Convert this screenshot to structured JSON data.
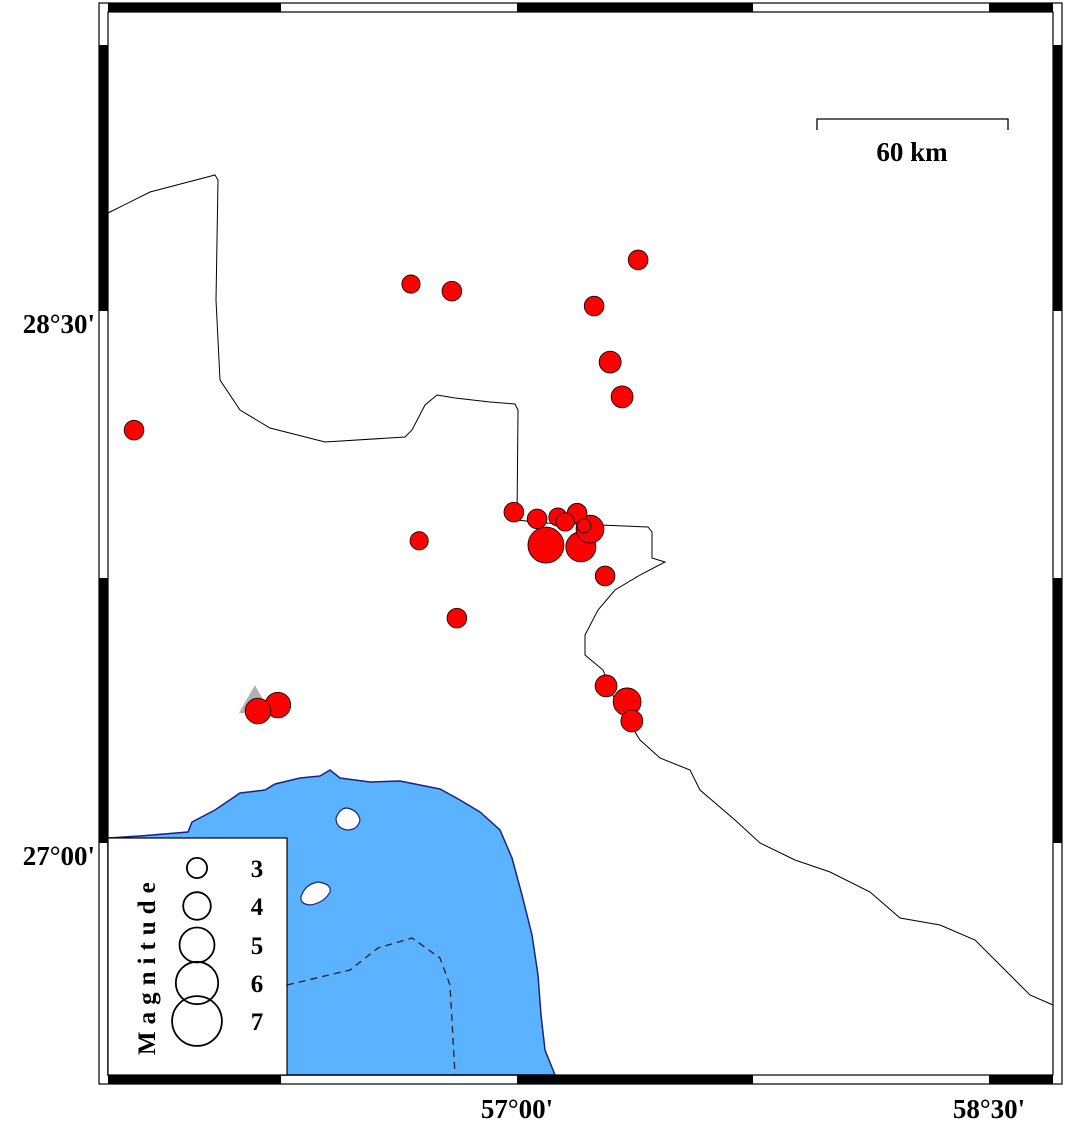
{
  "map": {
    "lon_labels": [
      "57°00'",
      "58°30'"
    ],
    "lat_labels": [
      "28°30'",
      "27°00'"
    ],
    "scale_bar_label": "60 km",
    "colors": {
      "sea": "#5BB3FF",
      "coast": "#1a237e",
      "event": "#FF0000",
      "station": "#B0B0B0"
    }
  },
  "legend": {
    "title": "Magnitude",
    "items": [
      {
        "label": "3",
        "mag": 3
      },
      {
        "label": "4",
        "mag": 4
      },
      {
        "label": "5",
        "mag": 5
      },
      {
        "label": "6",
        "mag": 6
      },
      {
        "label": "7",
        "mag": 7
      }
    ]
  },
  "station": {
    "lon": 56.167,
    "lat": 27.4
  },
  "events": [
    {
      "lon": 57.385,
      "lat": 28.644,
      "mag": 2.8
    },
    {
      "lon": 56.663,
      "lat": 28.576,
      "mag": 2.6
    },
    {
      "lon": 56.793,
      "lat": 28.556,
      "mag": 2.8
    },
    {
      "lon": 57.245,
      "lat": 28.514,
      "mag": 2.8
    },
    {
      "lon": 57.296,
      "lat": 28.356,
      "mag": 3.1
    },
    {
      "lon": 57.334,
      "lat": 28.258,
      "mag": 3.1
    },
    {
      "lon": 55.783,
      "lat": 28.164,
      "mag": 2.8
    },
    {
      "lon": 56.99,
      "lat": 27.933,
      "mag": 2.8
    },
    {
      "lon": 57.064,
      "lat": 27.914,
      "mag": 2.8
    },
    {
      "lon": 57.13,
      "lat": 27.919,
      "mag": 2.6
    },
    {
      "lon": 57.191,
      "lat": 27.93,
      "mag": 2.8
    },
    {
      "lon": 57.153,
      "lat": 27.905,
      "mag": 2.6
    },
    {
      "lon": 57.232,
      "lat": 27.885,
      "mag": 3.9
    },
    {
      "lon": 57.213,
      "lat": 27.894,
      "mag": 2.0
    },
    {
      "lon": 57.092,
      "lat": 27.84,
      "mag": 5.0
    },
    {
      "lon": 57.203,
      "lat": 27.835,
      "mag": 4.2
    },
    {
      "lon": 56.689,
      "lat": 27.852,
      "mag": 2.6
    },
    {
      "lon": 57.28,
      "lat": 27.753,
      "mag": 2.8
    },
    {
      "lon": 56.809,
      "lat": 27.634,
      "mag": 2.8
    },
    {
      "lon": 57.283,
      "lat": 27.443,
      "mag": 3.1
    },
    {
      "lon": 57.35,
      "lat": 27.398,
      "mag": 3.9
    },
    {
      "lon": 57.365,
      "lat": 27.344,
      "mag": 3.1
    },
    {
      "lon": 56.24,
      "lat": 27.389,
      "mag": 3.6
    },
    {
      "lon": 56.177,
      "lat": 27.372,
      "mag": 3.6
    }
  ]
}
